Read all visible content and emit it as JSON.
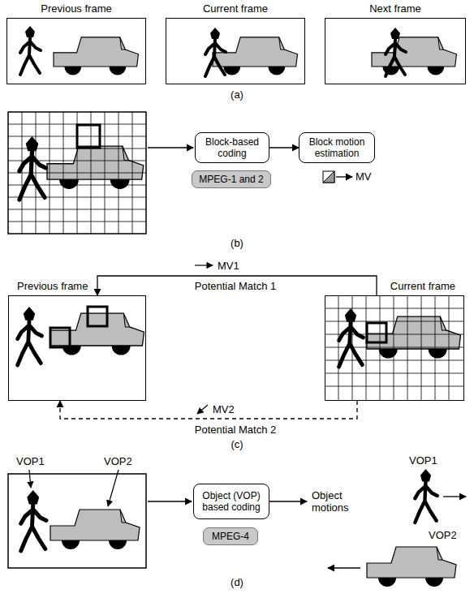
{
  "diagram": {
    "nodes": [
      {
        "text": [
          "Previous frame"
        ]
      },
      {
        "text": [
          "Current frame"
        ]
      },
      {
        "text": [
          "Next frame"
        ]
      },
      {
        "text": [
          "Block-based coding"
        ]
      },
      {
        "text": [
          "Block motion estimation"
        ]
      },
      {
        "text": [
          "MPEG-1 and 2"
        ]
      },
      {
        "text": [
          "Previous frame"
        ]
      },
      {
        "text": [
          "Current frame"
        ]
      },
      {
        "text": [
          "Object (VOP) based coding"
        ]
      },
      {
        "text": [
          "MPEG-4"
        ]
      }
    ],
    "edges": [
      {
        "from": 3,
        "to": 4,
        "arrow": "to"
      },
      {
        "from": 7,
        "to": 6,
        "arrow": "to"
      },
      {
        "from": 7,
        "to": 6,
        "arrow": "to"
      }
    ],
    "labels": [
      "(a)",
      "MV",
      "(b)",
      "MV1",
      "Potential Match 1",
      "MV2",
      "Potential Match 2",
      "(c)",
      "VOP1",
      "VOP2",
      "Object motions",
      "VOP1",
      "VOP2",
      "(d)"
    ]
  }
}
